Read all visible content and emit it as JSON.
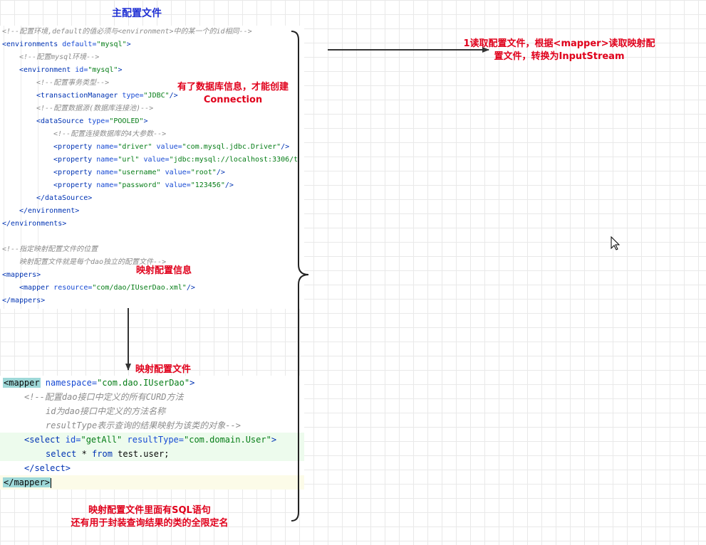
{
  "main_config": {
    "title": "主配置文件",
    "lines": [
      {
        "indent": 0,
        "parts": [
          {
            "c": "cm",
            "t": "<!--配置环境,default的值必须与<environment>中的某一个的id相同-->"
          }
        ]
      },
      {
        "indent": 0,
        "parts": [
          {
            "c": "tag",
            "t": "<environments "
          },
          {
            "c": "attr",
            "t": "default="
          },
          {
            "c": "val",
            "t": "\"mysql\""
          },
          {
            "c": "tag",
            "t": ">"
          }
        ]
      },
      {
        "indent": 1,
        "parts": [
          {
            "c": "cm",
            "t": "<!--配置mysql环境-->"
          }
        ]
      },
      {
        "indent": 1,
        "parts": [
          {
            "c": "tag",
            "t": "<environment "
          },
          {
            "c": "attr",
            "t": "id="
          },
          {
            "c": "val",
            "t": "\"mysql\""
          },
          {
            "c": "tag",
            "t": ">"
          }
        ]
      },
      {
        "indent": 2,
        "parts": [
          {
            "c": "cm",
            "t": "<!--配置事务类型-->"
          }
        ]
      },
      {
        "indent": 2,
        "parts": [
          {
            "c": "tag",
            "t": "<transactionManager "
          },
          {
            "c": "attr",
            "t": "type="
          },
          {
            "c": "val",
            "t": "\"JDBC\""
          },
          {
            "c": "tag",
            "t": "/>"
          }
        ]
      },
      {
        "indent": 2,
        "parts": [
          {
            "c": "cm",
            "t": "<!--配置数据源(数据库连接池)-->"
          }
        ]
      },
      {
        "indent": 2,
        "parts": [
          {
            "c": "tag",
            "t": "<dataSource "
          },
          {
            "c": "attr",
            "t": "type="
          },
          {
            "c": "val",
            "t": "\"POOLED\""
          },
          {
            "c": "tag",
            "t": ">"
          }
        ]
      },
      {
        "indent": 3,
        "parts": [
          {
            "c": "cm",
            "t": "<!--配置连接数据库的4大参数-->"
          }
        ]
      },
      {
        "indent": 3,
        "parts": [
          {
            "c": "tag",
            "t": "<property "
          },
          {
            "c": "attr",
            "t": "name="
          },
          {
            "c": "val",
            "t": "\"driver\" "
          },
          {
            "c": "attr",
            "t": "value="
          },
          {
            "c": "val",
            "t": "\"com.mysql.jdbc.Driver\""
          },
          {
            "c": "tag",
            "t": "/>"
          }
        ]
      },
      {
        "indent": 3,
        "parts": [
          {
            "c": "tag",
            "t": "<property "
          },
          {
            "c": "attr",
            "t": "name="
          },
          {
            "c": "val",
            "t": "\"url\" "
          },
          {
            "c": "attr",
            "t": "value="
          },
          {
            "c": "val",
            "t": "\"jdbc:mysql://localhost:3306/t"
          }
        ]
      },
      {
        "indent": 3,
        "parts": [
          {
            "c": "tag",
            "t": "<property "
          },
          {
            "c": "attr",
            "t": "name="
          },
          {
            "c": "val",
            "t": "\"username\" "
          },
          {
            "c": "attr",
            "t": "value="
          },
          {
            "c": "val",
            "t": "\"root\""
          },
          {
            "c": "tag",
            "t": "/>"
          }
        ]
      },
      {
        "indent": 3,
        "parts": [
          {
            "c": "tag",
            "t": "<property "
          },
          {
            "c": "attr",
            "t": "name="
          },
          {
            "c": "val",
            "t": "\"password\" "
          },
          {
            "c": "attr",
            "t": "value="
          },
          {
            "c": "val",
            "t": "\"123456\""
          },
          {
            "c": "tag",
            "t": "/>"
          }
        ]
      },
      {
        "indent": 2,
        "parts": [
          {
            "c": "tag",
            "t": "</dataSource>"
          }
        ]
      },
      {
        "indent": 1,
        "parts": [
          {
            "c": "tag",
            "t": "</environment>"
          }
        ]
      },
      {
        "indent": 0,
        "parts": [
          {
            "c": "tag",
            "t": "</environments>"
          }
        ]
      },
      {
        "indent": 0,
        "parts": []
      },
      {
        "indent": 0,
        "parts": [
          {
            "c": "cm",
            "t": "<!--指定映射配置文件的位置"
          }
        ]
      },
      {
        "indent": 1,
        "parts": [
          {
            "c": "cm",
            "t": "映射配置文件就是每个dao独立的配置文件-->"
          }
        ]
      },
      {
        "indent": 0,
        "parts": [
          {
            "c": "tag",
            "t": "<mappers>"
          }
        ]
      },
      {
        "indent": 1,
        "parts": [
          {
            "c": "tag",
            "t": "<mapper "
          },
          {
            "c": "attr",
            "t": "resource="
          },
          {
            "c": "val",
            "t": "\"com/dao/IUserDao.xml\""
          },
          {
            "c": "tag",
            "t": "/>"
          }
        ]
      },
      {
        "indent": 0,
        "parts": [
          {
            "c": "tag",
            "t": "</mappers>"
          }
        ]
      }
    ]
  },
  "mapper_config": {
    "lines": [
      {
        "indent": 0,
        "hl": "",
        "parts": [
          {
            "c": "tag-box",
            "t": "<mapper"
          },
          {
            "c": "attr",
            "t": " namespace="
          },
          {
            "c": "val",
            "t": "\"com.dao.IUserDao\""
          },
          {
            "c": "tag",
            "t": ">"
          }
        ]
      },
      {
        "indent": 1,
        "hl": "",
        "parts": [
          {
            "c": "cm",
            "t": "<!--配置dao接口中定义的所有CURD方法"
          }
        ]
      },
      {
        "indent": 2,
        "hl": "",
        "parts": [
          {
            "c": "cm",
            "t": "id为dao接口中定义的方法名称"
          }
        ]
      },
      {
        "indent": 2,
        "hl": "",
        "parts": [
          {
            "c": "cm",
            "t": "resultType表示查询的结果映射为该类的对象-->"
          }
        ]
      },
      {
        "indent": 1,
        "hl": "green",
        "parts": [
          {
            "c": "tag",
            "t": "<select "
          },
          {
            "c": "attr",
            "t": "id="
          },
          {
            "c": "val",
            "t": "\"getAll\" "
          },
          {
            "c": "attr",
            "t": "resultType="
          },
          {
            "c": "val",
            "t": "\"com.domain.User\""
          },
          {
            "c": "tag",
            "t": ">"
          }
        ]
      },
      {
        "indent": 2,
        "hl": "green",
        "parts": [
          {
            "c": "tag",
            "t": "select"
          },
          {
            "c": "plain",
            "t": " * "
          },
          {
            "c": "tag",
            "t": "from"
          },
          {
            "c": "plain",
            "t": " test.user;"
          }
        ]
      },
      {
        "indent": 1,
        "hl": "",
        "parts": [
          {
            "c": "tag",
            "t": "</select>"
          }
        ]
      },
      {
        "indent": 0,
        "hl": "yellow",
        "parts": [
          {
            "c": "tag-box",
            "t": "</mapper>"
          }
        ]
      }
    ]
  },
  "annotations": {
    "read_config": [
      "1读取配置文件，根据<mapper>读取映射配",
      "置文件，转换为InputStream"
    ],
    "connection": [
      "有了数据库信息，才能创建",
      "Connection"
    ],
    "mapping_info": "映射配置信息",
    "mapper_file": "映射配置文件",
    "sql_note": [
      "映射配置文件里面有SQL语句",
      "还有用于封装查询结果的类的全限定名"
    ]
  },
  "colors": {
    "note_red": "#e0001b",
    "title_blue": "#1f2fd3",
    "arrow": "#333333"
  }
}
